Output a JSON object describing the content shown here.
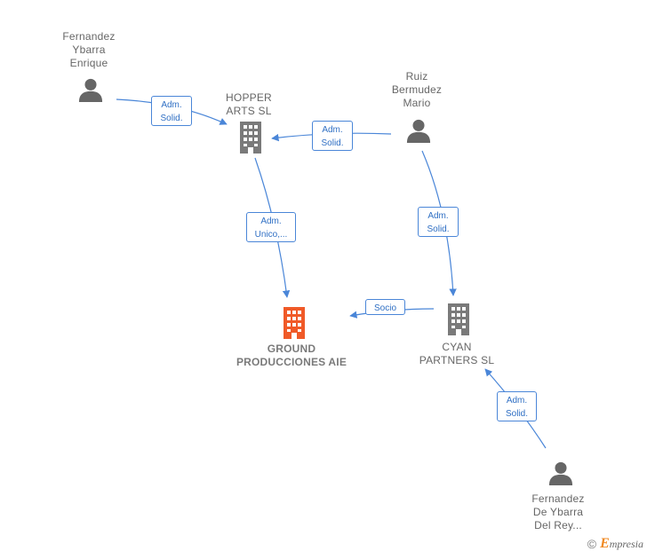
{
  "nodes": [
    {
      "id": "fernandez_enrique",
      "label": "Fernandez\nYbarra\nEnrique",
      "kind": "person"
    },
    {
      "id": "hopper",
      "label": "HOPPER\nARTS  SL",
      "kind": "company"
    },
    {
      "id": "ruiz",
      "label": "Ruiz\nBermudez\nMario",
      "kind": "person"
    },
    {
      "id": "ground",
      "label": "GROUND\nPRODUCCIONES AIE",
      "kind": "company-focus"
    },
    {
      "id": "cyan",
      "label": "CYAN\nPARTNERS  SL",
      "kind": "company"
    },
    {
      "id": "fernandez_delrey",
      "label": "Fernandez\nDe Ybarra\nDel Rey...",
      "kind": "person"
    }
  ],
  "edges": [
    {
      "from": "fernandez_enrique",
      "to": "hopper",
      "label": "Adm.\nSolid."
    },
    {
      "from": "ruiz",
      "to": "hopper",
      "label": "Adm.\nSolid."
    },
    {
      "from": "hopper",
      "to": "ground",
      "label": "Adm.\nUnico,..."
    },
    {
      "from": "ruiz",
      "to": "cyan",
      "label": "Adm.\nSolid."
    },
    {
      "from": "cyan",
      "to": "ground",
      "label": "Socio"
    },
    {
      "from": "fernandez_delrey",
      "to": "cyan",
      "label": "Adm.\nSolid."
    }
  ],
  "colors": {
    "edge": "#4a86d8",
    "person_icon": "#666666",
    "company_icon": "#7a7a7a",
    "focus_icon": "#f05a28"
  },
  "footer": {
    "copyright": "©",
    "brand_first": "E",
    "brand_rest": "mpresia"
  }
}
